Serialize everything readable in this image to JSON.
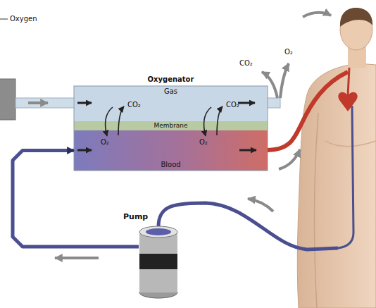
{
  "diagram": {
    "nodes": [
      {
        "text": [
          "Oxygenator"
        ]
      },
      {
        "text": [
          "Gas"
        ],
        "in": 0
      },
      {
        "text": [
          "Membrane"
        ],
        "in": 0
      },
      {
        "text": [
          "Blood"
        ],
        "in": 0
      },
      {
        "text": [
          "Pump"
        ]
      }
    ],
    "edges": [
      {
        "from": 4,
        "to": 3,
        "arrow": "to"
      }
    ],
    "labels": [
      "Oxygen",
      "CO₂",
      "O₂",
      "O₂",
      "CO₂",
      "O₂",
      "CO₂"
    ]
  }
}
